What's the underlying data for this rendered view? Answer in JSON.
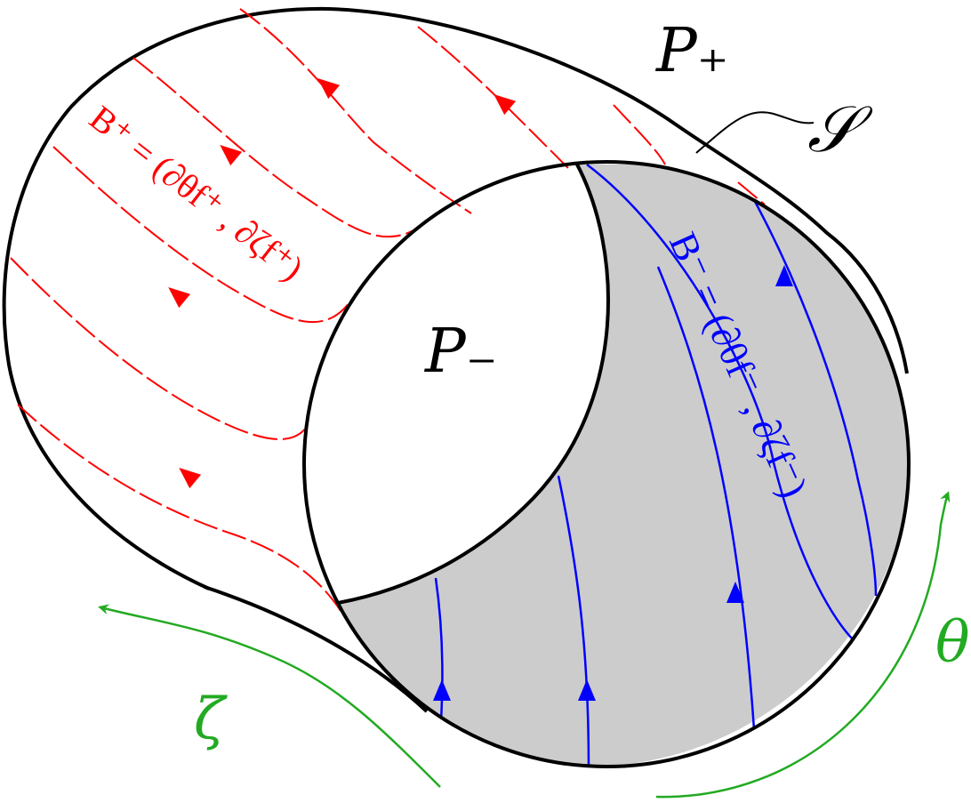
{
  "diagram": {
    "labels": {
      "p_plus": "P₊",
      "p_minus": "P₋",
      "surface": "𝒮",
      "b_plus": "B⁺ = (∂θf⁺ , ∂ζf⁺)",
      "b_minus": "B⁻ = (∂θf⁻ , ∂ζf⁻)",
      "zeta": "ζ",
      "theta": "θ"
    },
    "colors": {
      "outline": "#000000",
      "b_plus_field": "#ff0000",
      "b_minus_field": "#0000ff",
      "coordinate_arrows": "#22aa22",
      "shaded_region": "#cccccc"
    },
    "icons": {
      "field_arrow": "triangle-arrowhead",
      "coordinate_arrow": "open-arrowhead"
    }
  }
}
